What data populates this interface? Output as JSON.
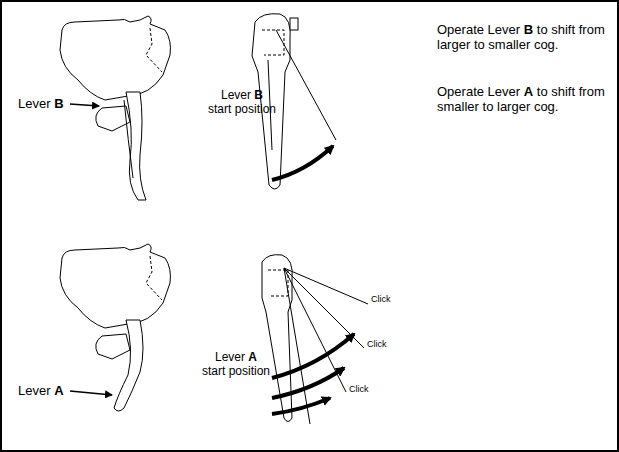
{
  "diagram": {
    "labels": [
      "Operate Lever B to shift from larger to smaller cog.",
      "Operate Lever A to shift from smaller to larger cog.",
      "Lever B",
      "Lever B start position",
      "Lever A",
      "Lever A start position",
      "Click",
      "Click",
      "Click"
    ]
  }
}
